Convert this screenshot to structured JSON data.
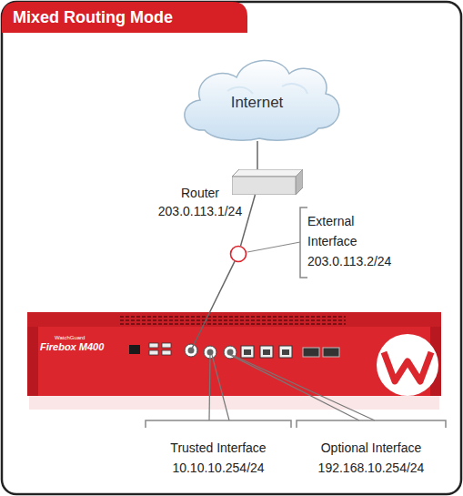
{
  "diagram": {
    "title": "Mixed Routing Mode",
    "nodes": [
      {
        "text": [
          "Internet"
        ]
      },
      {
        "text": [
          "Router",
          "203.0.113.1/24"
        ]
      },
      {
        "text": [
          "External Interface",
          "203.0.113.2/24"
        ]
      },
      {
        "text": [
          "WatchGuard",
          "Firebox M400"
        ]
      }
    ],
    "edges": [
      {
        "from": 0,
        "to": 1,
        "arrow": "none"
      },
      {
        "from": 1,
        "to": 2,
        "arrow": "none"
      },
      {
        "from": 2,
        "to": 3,
        "arrow": "none"
      }
    ],
    "labels": [
      "Trusted Interface",
      "10.10.10.254/24",
      "Optional Interface",
      "192.168.10.254/24"
    ]
  }
}
